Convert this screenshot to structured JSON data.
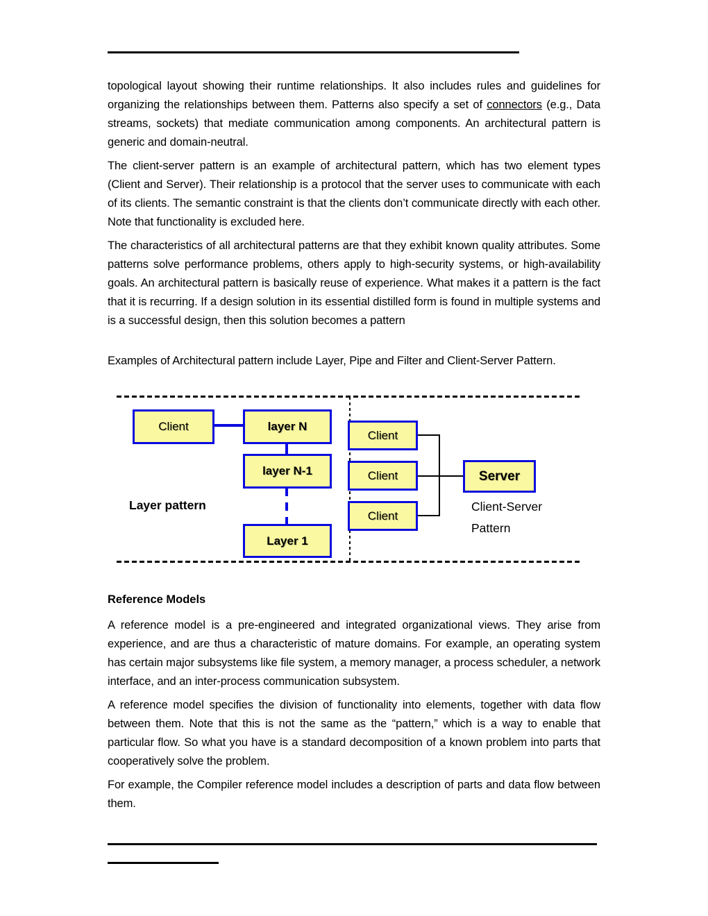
{
  "document": {
    "p1": {
      "pre": "topological layout showing their runtime relationships. It also includes rules and guidelines for organizing the relationships between them. Patterns also specify a set of ",
      "underlined": "connectors",
      "post": " (e.g., Data streams, sockets) that mediate communication among components. An architectural pattern is generic and domain-neutral."
    },
    "p2": "The client-server pattern is an example of architectural pattern, which has two element types (Client and Server). Their relationship is a protocol that the server uses to communicate with each of its clients. The semantic constraint is that the clients don’t communicate directly with each other. Note that functionality is excluded here.",
    "p3": "The characteristics of all architectural patterns are that they exhibit known quality attributes. Some patterns solve performance problems, others apply to high-security systems, or high-availability goals. An architectural pattern is basically reuse of experience. What makes it a pattern is the fact that it is recurring. If a design solution in its essential distilled form is found in multiple systems and is a successful design, then this solution becomes a pattern",
    "p4": "Examples of Architectural pattern include Layer, Pipe and Filter and Client-Server Pattern.",
    "heading": "Reference Models",
    "p5": "A reference model is a pre-engineered and integrated organizational views. They arise from experience, and are thus a characteristic of mature domains. For example, an operating system has certain major subsystems like file system, a memory manager, a process scheduler, a network interface, and an inter-process communication subsystem.",
    "p6": "A reference model specifies the division of functionality into elements, together with data flow between them. Note that this is not the same as the “pattern,” which is a way to enable that particular flow. So what you have is a standard decomposition of a known problem into parts that cooperatively solve the problem.",
    "p7": "For example, the Compiler reference model includes a description of parts and data flow between them."
  },
  "diagram": {
    "layer_pattern": {
      "caption": "Layer pattern",
      "client": "Client",
      "layer_top": "layer N",
      "layer_mid": "layer N-1",
      "layer_bottom": "Layer 1"
    },
    "client_server": {
      "clients": [
        "Client",
        "Client",
        "Client"
      ],
      "server": "Server",
      "caption_line1": "Client-Server",
      "caption_line2": "Pattern"
    },
    "colors": {
      "box_fill": "#faf9a1",
      "box_border": "#0a0adf",
      "connector_blue": "#0a0adf",
      "connector_black": "#000000"
    }
  }
}
